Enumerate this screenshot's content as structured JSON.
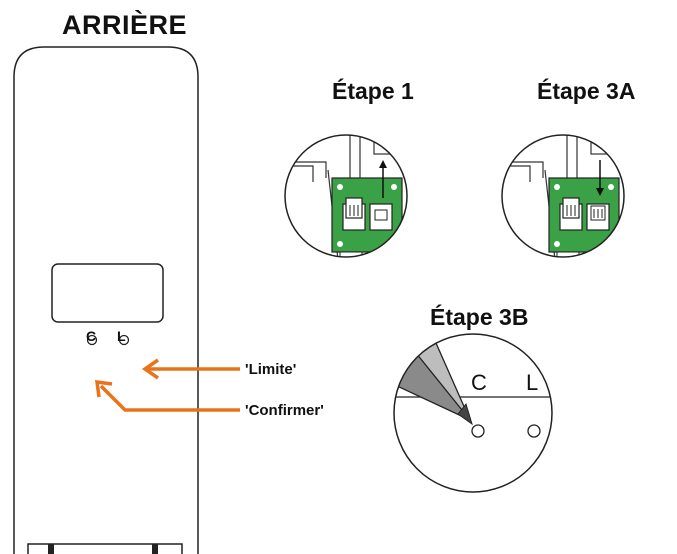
{
  "rear_title": "ARRIÈRE",
  "button_labels": {
    "c": "C",
    "l": "L"
  },
  "callouts": {
    "limit": "'Limite'",
    "confirm": "'Confirmer'"
  },
  "steps": {
    "step1": {
      "title": "Étape 1",
      "arrow_direction": "up"
    },
    "step3a": {
      "title": "Étape 3A",
      "arrow_direction": "down"
    },
    "step3b": {
      "title": "Étape 3B"
    }
  },
  "zoom_labels": {
    "c": "C",
    "l": "L"
  },
  "colors": {
    "arrow": "#e8731a",
    "board": "#3aa146",
    "outline": "#222222",
    "pen": "#8a8a8a",
    "wire_brown": "#7a2a1a"
  }
}
